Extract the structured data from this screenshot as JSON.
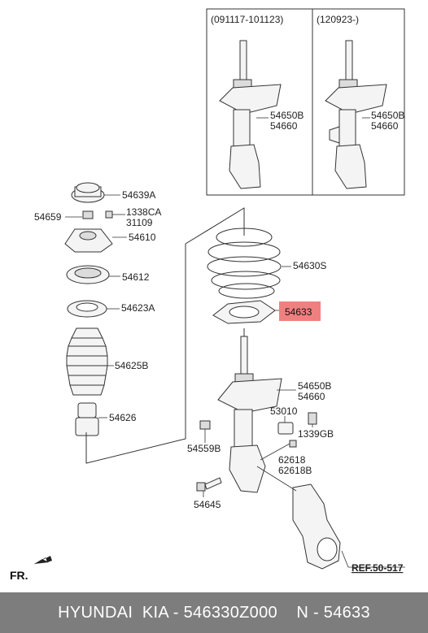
{
  "variants": [
    {
      "code": "(091117-101123)",
      "labels": [
        "54650B",
        "54660"
      ]
    },
    {
      "code": "(120923-)",
      "labels": [
        "54650B",
        "54660"
      ]
    }
  ],
  "parts": {
    "p54639A": "54639A",
    "p54659": "54659",
    "p1338CA": "1338CA",
    "p31109": "31109",
    "p54610": "54610",
    "p54612": "54612",
    "p54623A": "54623A",
    "p54625B": "54625B",
    "p54626": "54626",
    "p54630S": "54630S",
    "p54633": "54633",
    "p54650B": "54650B",
    "p54660": "54660",
    "p53010": "53010",
    "p1339GB": "1339GB",
    "p54559B": "54559B",
    "p62618": "62618",
    "p62618B": "62618B",
    "p54645": "54645"
  },
  "highlight_color": "#f08080",
  "direction_label": "FR.",
  "reference": "REF.50-517",
  "footer": {
    "brand": "HYUNDAI  KIA - 546330Z000",
    "part": "N - 54633"
  }
}
